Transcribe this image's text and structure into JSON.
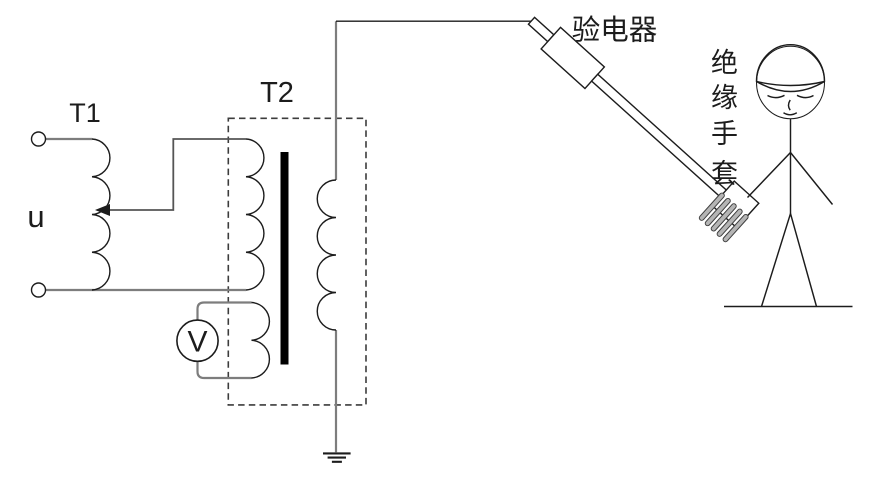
{
  "labels": {
    "t1": "T1",
    "t2": "T2",
    "source_voltage": "u",
    "voltmeter": "V",
    "detector": "验电器",
    "gloves": "绝缘手套",
    "gloves_chars": [
      "绝",
      "缘",
      "手",
      "套"
    ]
  },
  "colors": {
    "background": "#ffffff",
    "line": "#1c1c1c",
    "wire": "#7d7d7d",
    "tap_wire": "#555555",
    "core": "#000000",
    "helmet": "#ffff00",
    "glove_stripe": "#b5b5b5"
  }
}
